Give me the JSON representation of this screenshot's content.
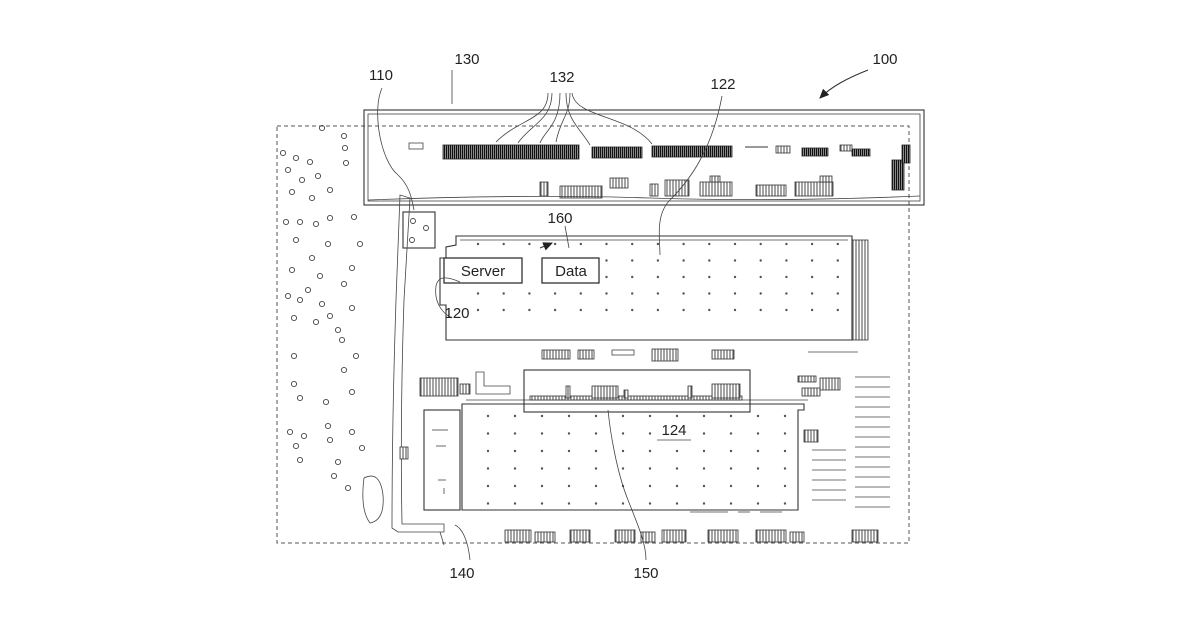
{
  "figure": {
    "labels": {
      "ref_100": "100",
      "ref_110": "110",
      "ref_120": "120",
      "ref_122": "122",
      "ref_124": "124",
      "ref_130": "130",
      "ref_132": "132",
      "ref_140": "140",
      "ref_150": "150",
      "ref_160": "160"
    },
    "boxes": {
      "server": "Server",
      "data": "Data"
    }
  }
}
